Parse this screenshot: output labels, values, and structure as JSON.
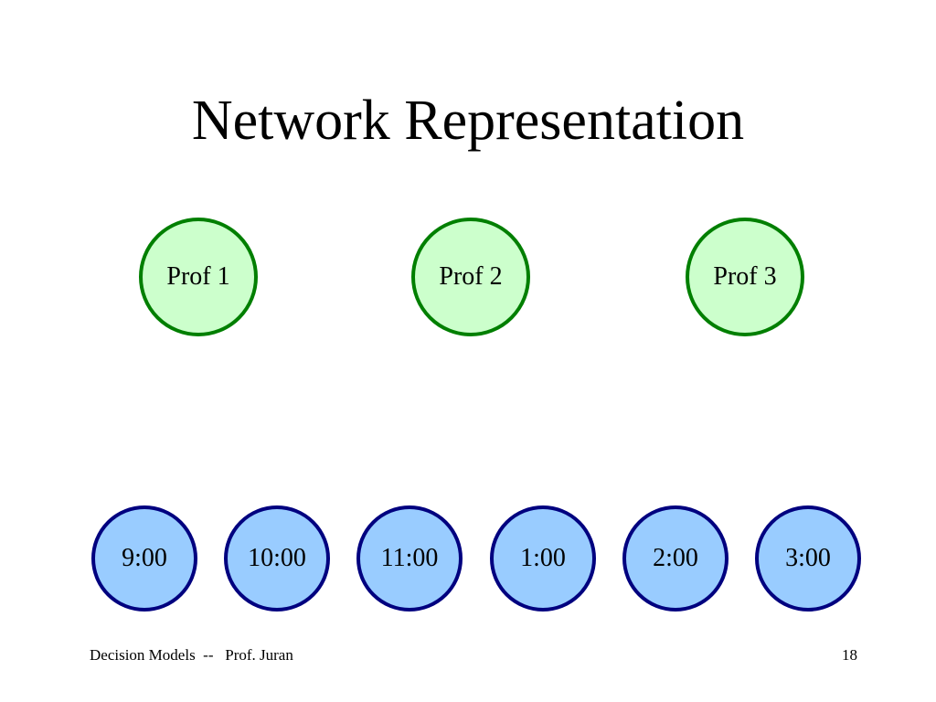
{
  "slide": {
    "title": "Network Representation",
    "professors": [
      "Prof 1",
      "Prof 2",
      "Prof 3"
    ],
    "time_slots": [
      "9:00",
      "10:00",
      "11:00",
      "1:00",
      "2:00",
      "3:00"
    ],
    "footer": {
      "text": "Decision Models  --   Prof. Juran",
      "page_number": "18"
    },
    "colors": {
      "prof_fill": "#ccffcc",
      "prof_border": "#007f00",
      "slot_fill": "#99ccff",
      "slot_border": "#00007f"
    }
  }
}
